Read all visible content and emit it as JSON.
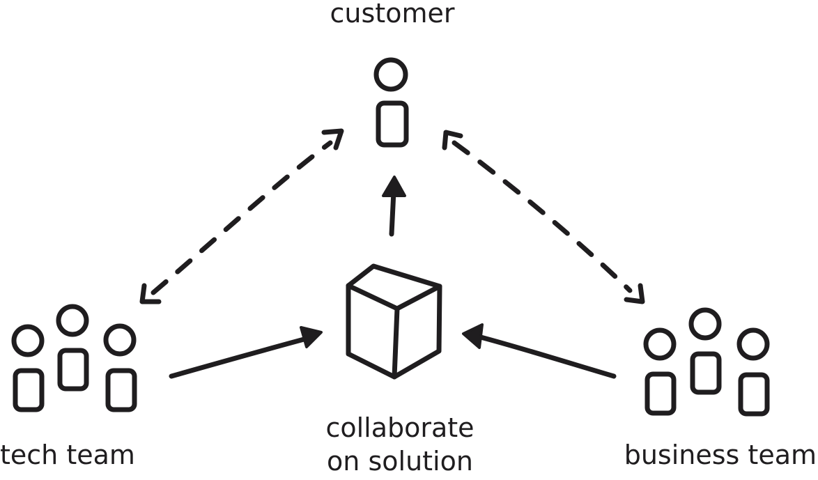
{
  "diagram": {
    "customer_label": "customer",
    "tech_team_label": "tech team",
    "business_team_label": "business team",
    "solution_label_line1": "collaborate",
    "solution_label_line2": "on solution"
  },
  "colors": {
    "ink": "#1f1d1f",
    "background": "#ffffff"
  },
  "icons": {
    "customer": "person-icon",
    "tech_team": "group-icon",
    "business_team": "group-icon",
    "solution": "cube-icon"
  }
}
